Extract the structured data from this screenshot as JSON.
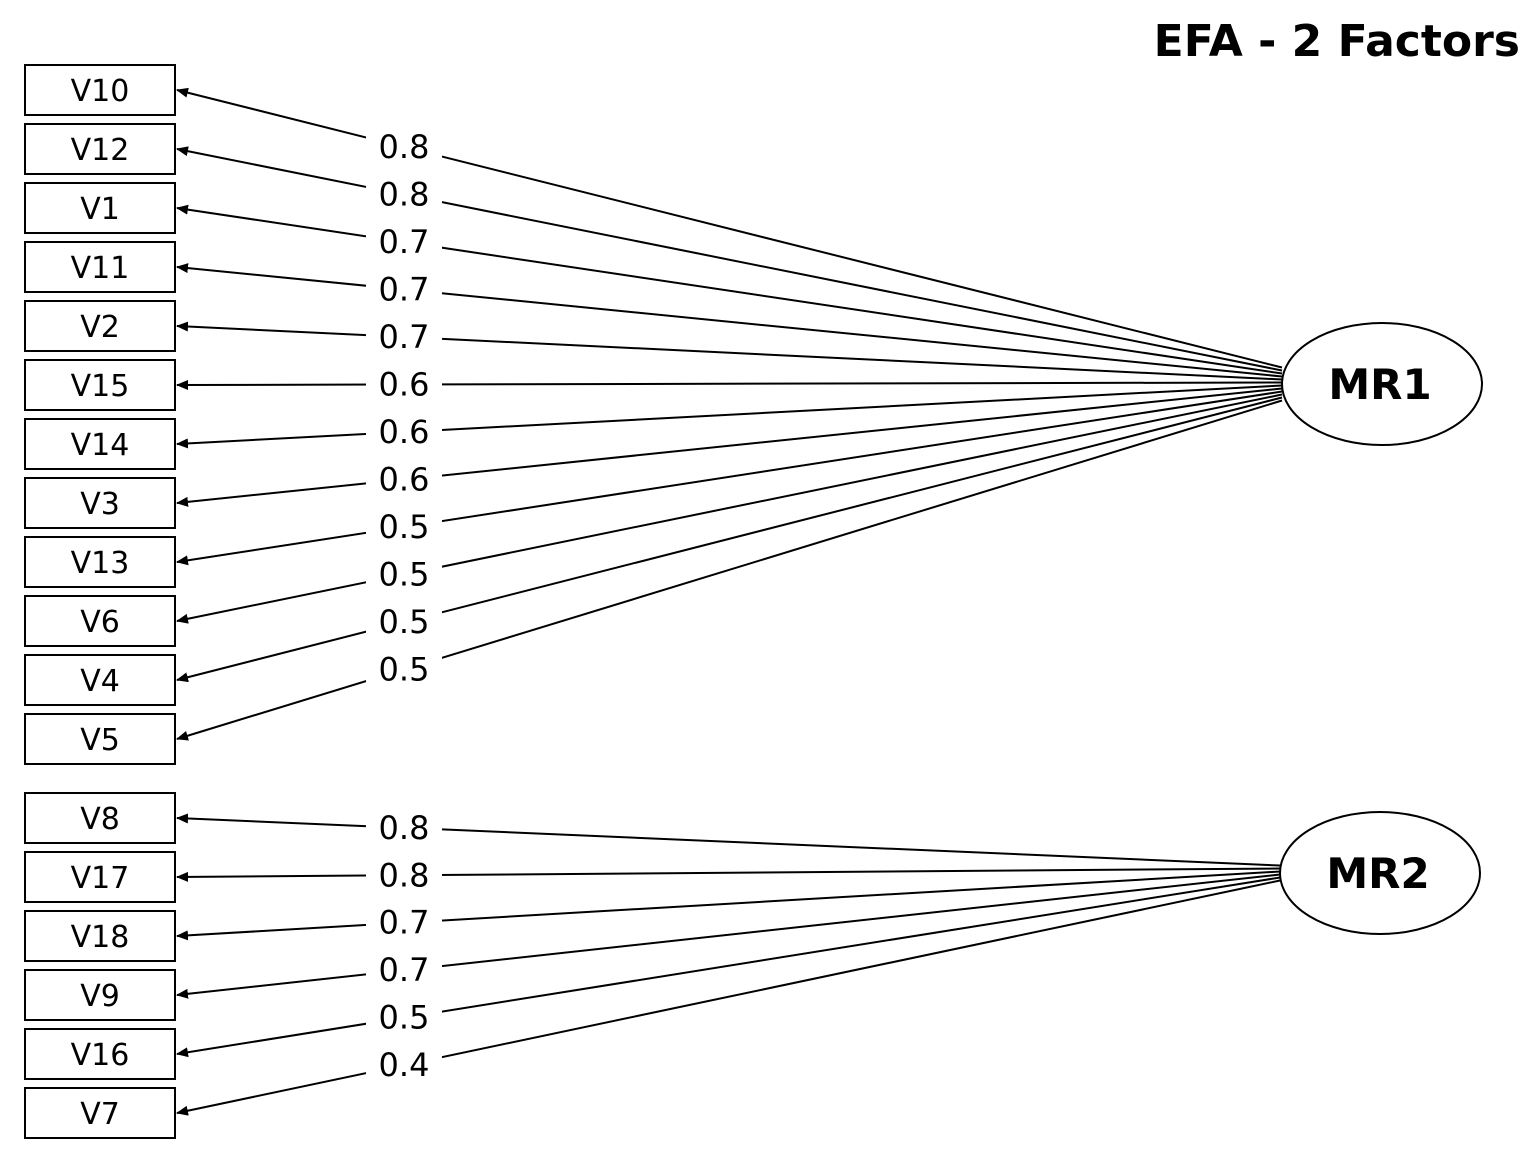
{
  "title": "EFA - 2 Factors",
  "factors": [
    {
      "name": "MR1",
      "indicators": [
        {
          "variable": "V10",
          "loading": "0.8"
        },
        {
          "variable": "V12",
          "loading": "0.8"
        },
        {
          "variable": "V1",
          "loading": "0.7"
        },
        {
          "variable": "V11",
          "loading": "0.7"
        },
        {
          "variable": "V2",
          "loading": "0.7"
        },
        {
          "variable": "V15",
          "loading": "0.6"
        },
        {
          "variable": "V14",
          "loading": "0.6"
        },
        {
          "variable": "V3",
          "loading": "0.6"
        },
        {
          "variable": "V13",
          "loading": "0.5"
        },
        {
          "variable": "V6",
          "loading": "0.5"
        },
        {
          "variable": "V4",
          "loading": "0.5"
        },
        {
          "variable": "V5",
          "loading": "0.5"
        }
      ]
    },
    {
      "name": "MR2",
      "indicators": [
        {
          "variable": "V8",
          "loading": "0.8"
        },
        {
          "variable": "V17",
          "loading": "0.8"
        },
        {
          "variable": "V18",
          "loading": "0.7"
        },
        {
          "variable": "V9",
          "loading": "0.7"
        },
        {
          "variable": "V16",
          "loading": "0.5"
        },
        {
          "variable": "V7",
          "loading": "0.4"
        }
      ]
    }
  ]
}
